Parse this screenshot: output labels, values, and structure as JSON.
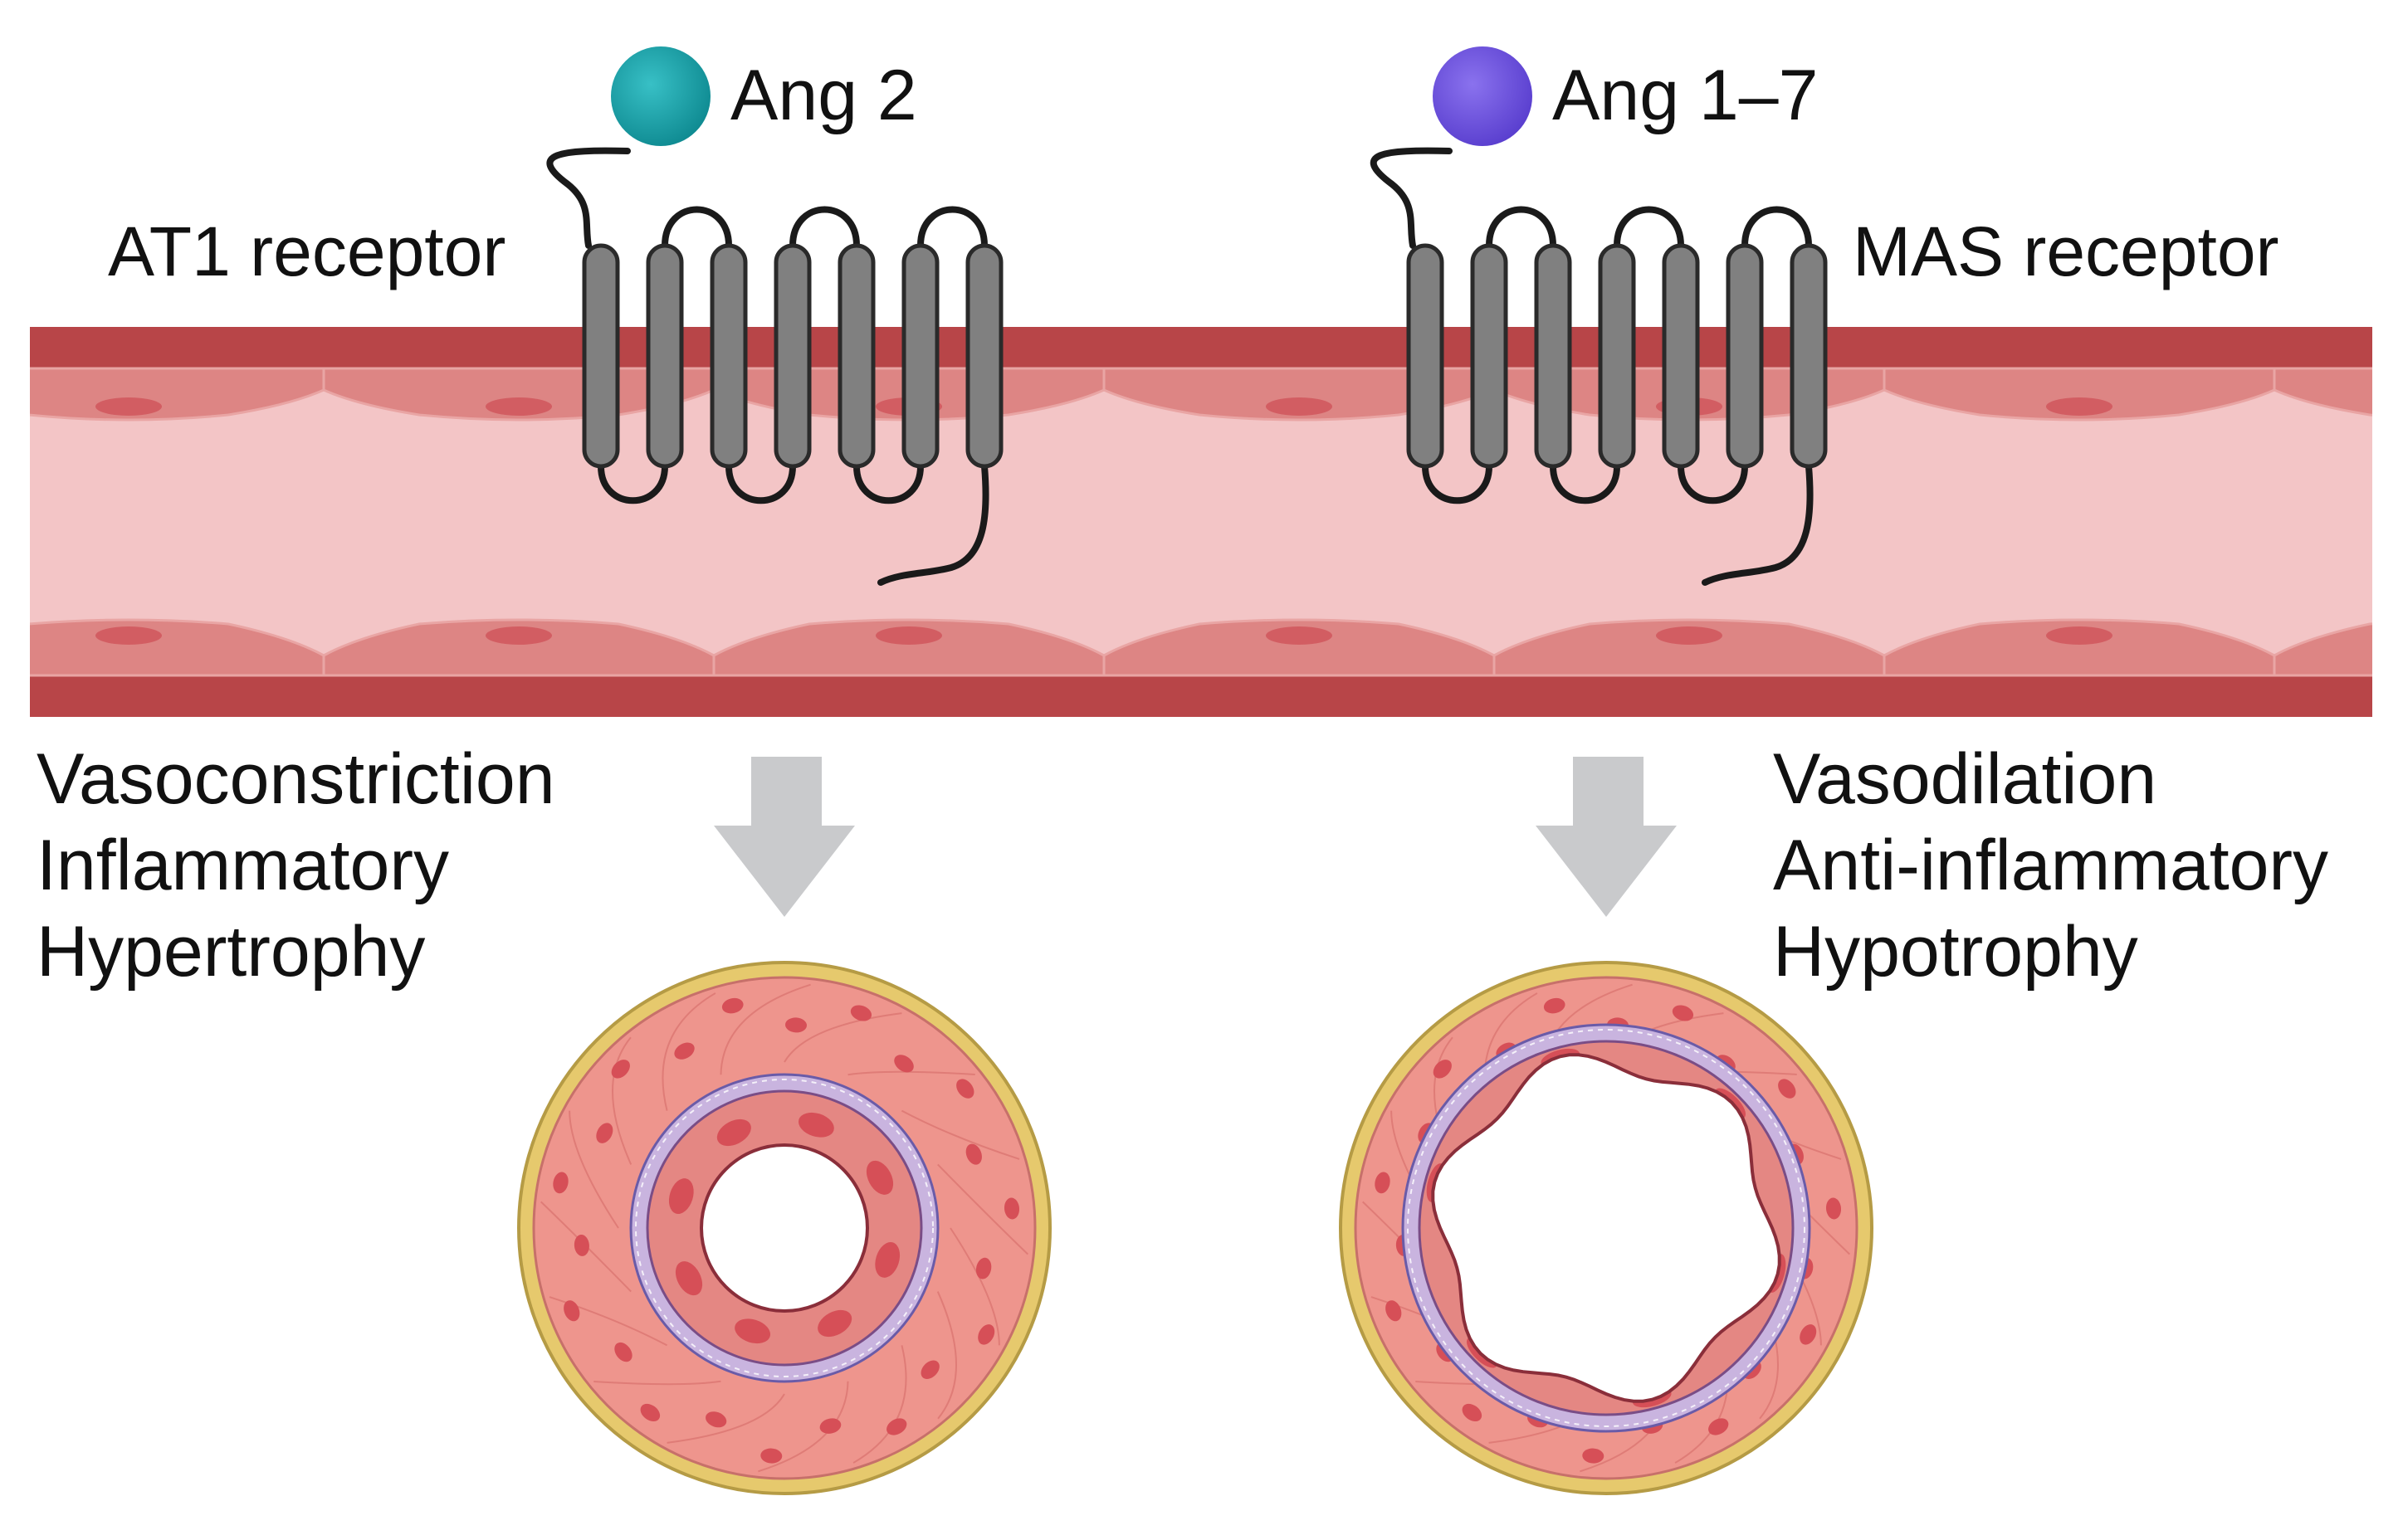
{
  "colors": {
    "vessel_wall": "#b84548",
    "vessel_lumen": "#f3c5c6",
    "endothelial_cell": "#dd8584",
    "nucleus": "#d25d62",
    "receptor_body": "#808080",
    "ang2_ligand": "#17a1a8",
    "ang17_ligand": "#6e52dc",
    "arrow": "#c9cacc",
    "adventitia": "#e6c96d",
    "media": "#ee958d",
    "internal_elastic_lamina": "#c9b4df",
    "intima": "#e48783"
  },
  "icons": {
    "ligand_left": "teal-sphere",
    "ligand_right": "purple-sphere",
    "receptor": "seven-transmembrane-gpcr",
    "arrow": "down-block-arrow",
    "vessel_cross_section": "artery-cross-section"
  },
  "left": {
    "ligand_label": "Ang 2",
    "receptor_label": "AT1 receptor",
    "effects": [
      "Vasoconstriction",
      "Inflammatory",
      "Hypertrophy"
    ]
  },
  "right": {
    "ligand_label": "Ang 1–7",
    "receptor_label": "MAS receptor",
    "effects": [
      "Vasodilation",
      "Anti-inflammatory",
      "Hypotrophy"
    ]
  }
}
